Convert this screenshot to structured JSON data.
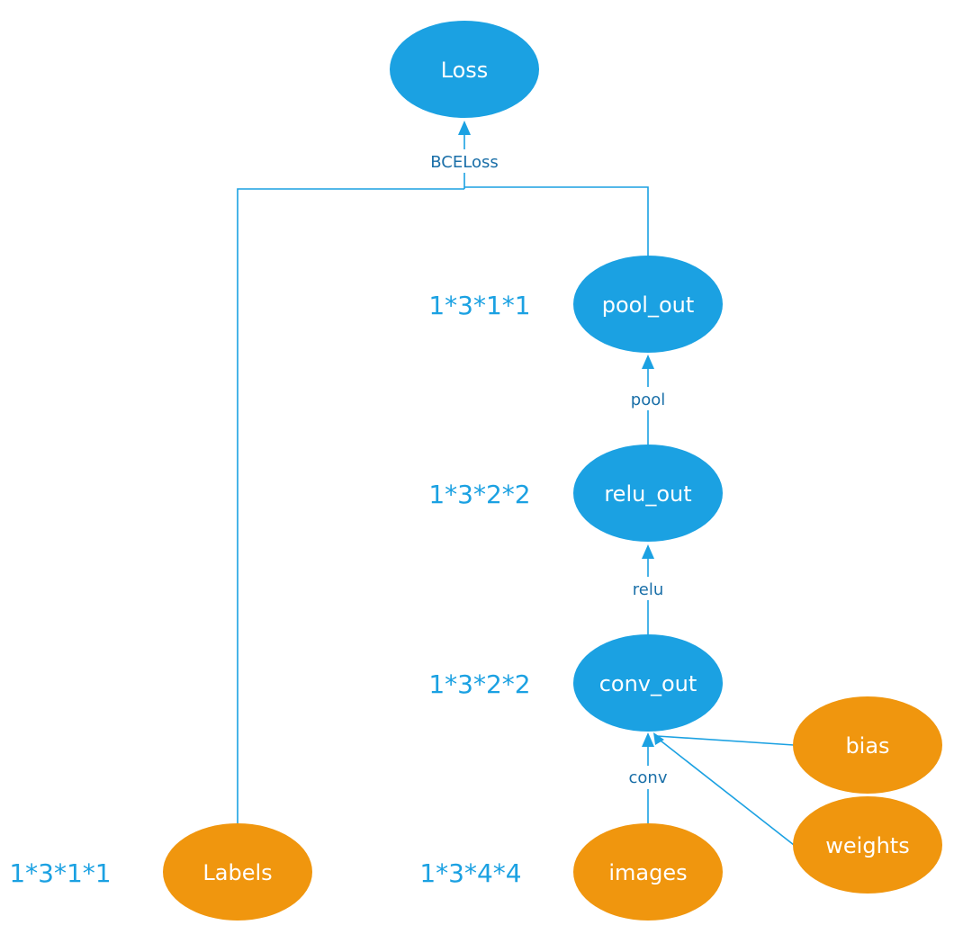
{
  "colors": {
    "computed_node": "#1ba1e2",
    "input_node": "#f0960e",
    "edge": "#1ba1e2",
    "edge_label": "#1a6fa8",
    "shape_label": "#1ba1e2",
    "node_text": "#ffffff"
  },
  "nodes": {
    "loss": "Loss",
    "pool_out": "pool_out",
    "relu_out": "relu_out",
    "conv_out": "conv_out",
    "bias": "bias",
    "weights": "weights",
    "images": "images",
    "labels": "Labels"
  },
  "edges": {
    "bceloss": "BCELoss",
    "pool": "pool",
    "relu": "relu",
    "conv": "conv"
  },
  "shapes": {
    "pool_out": "1*3*1*1",
    "relu_out": "1*3*2*2",
    "conv_out": "1*3*2*2",
    "images": "1*3*4*4",
    "labels": "1*3*1*1"
  }
}
